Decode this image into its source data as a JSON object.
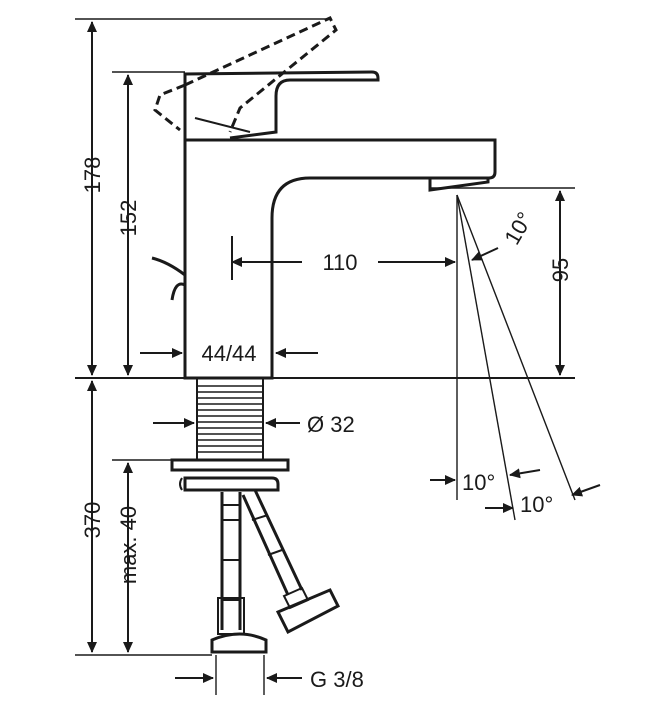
{
  "dimensions": {
    "overall_height": "178",
    "spout_height_top": "152",
    "spout_reach": "110",
    "outlet_height": "95",
    "base_size": "44/44",
    "shank_diameter": "Ø 32",
    "hose_length": "370",
    "max_thickness": "max. 40",
    "connection": "G 3/8",
    "spray_angle_top": "10°",
    "spray_angle_left": "10°",
    "spray_angle_right": "10°"
  },
  "colors": {
    "stroke": "#1a1a1a",
    "background": "#ffffff"
  }
}
